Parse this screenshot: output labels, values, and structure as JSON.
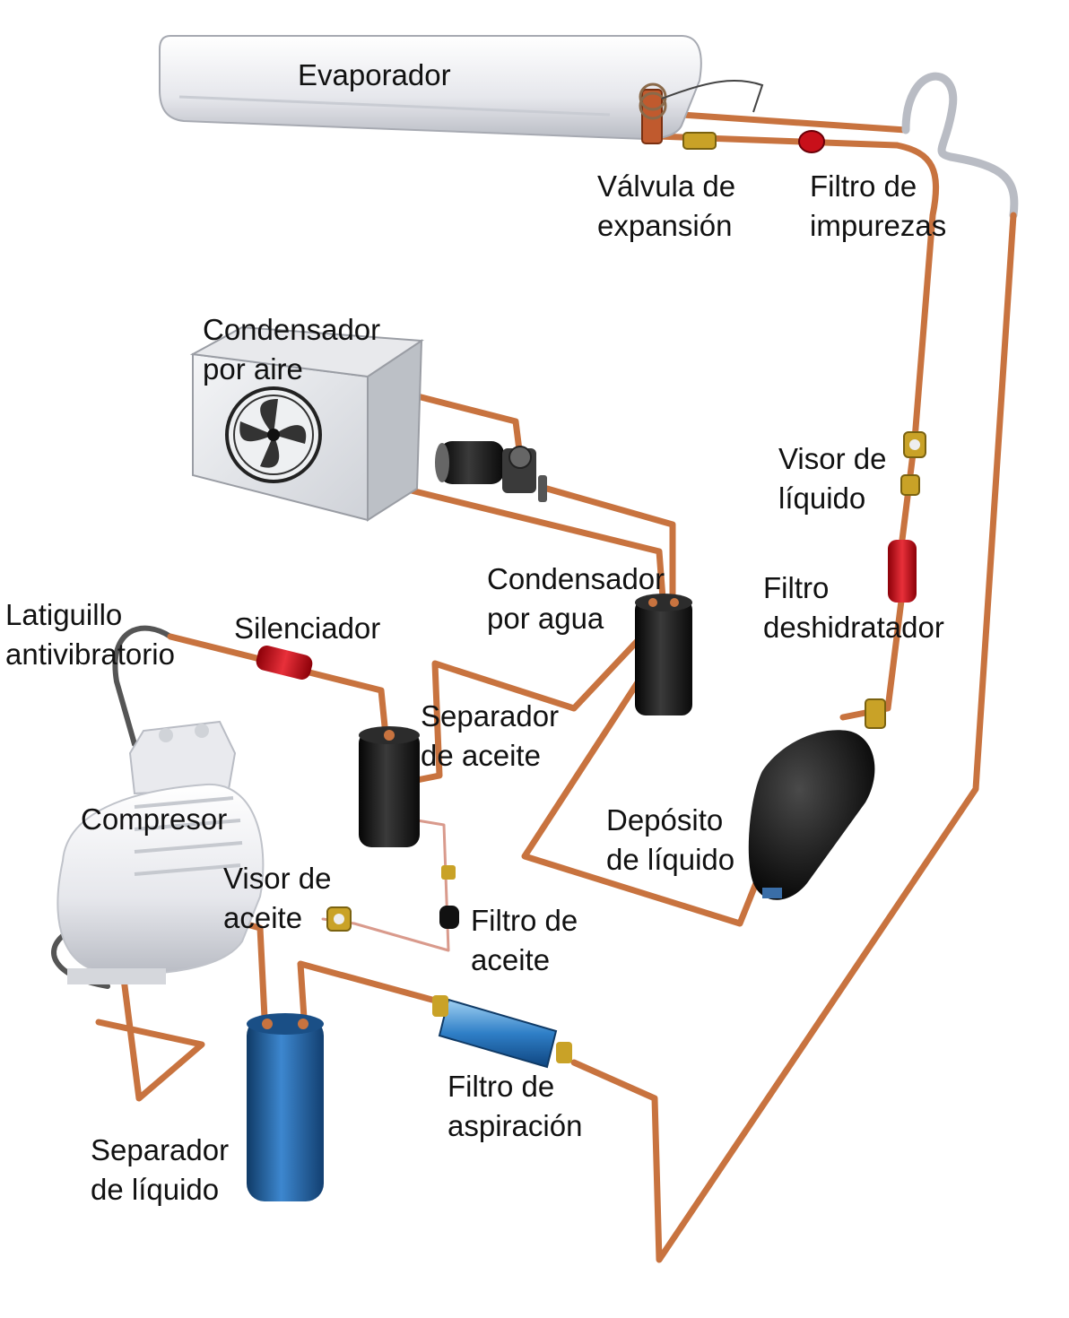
{
  "labels": {
    "evaporador": [
      "Evaporador"
    ],
    "valvula_expansion": [
      "Válvula de",
      "expansión"
    ],
    "filtro_impurezas": [
      "Filtro de",
      "impurezas"
    ],
    "condensador_aire": [
      "Condensador",
      "por aire"
    ],
    "visor_liquido": [
      "Visor de",
      "líquido"
    ],
    "condensador_agua": [
      "Condensador",
      "por agua"
    ],
    "filtro_deshidratador": [
      "Filtro",
      "deshidratador"
    ],
    "latiguillo": [
      "Latiguillo",
      "antivibratorio"
    ],
    "silenciador": [
      "Silenciador"
    ],
    "separador_aceite": [
      "Separador",
      "de aceite"
    ],
    "compresor": [
      "Compresor"
    ],
    "deposito_liquido": [
      "Depósito",
      "de líquido"
    ],
    "visor_aceite": [
      "Visor de",
      "aceite"
    ],
    "filtro_aceite": [
      "Filtro de",
      "aceite"
    ],
    "filtro_aspiracion": [
      "Filtro de",
      "aspiración"
    ],
    "separador_liquido": [
      "Separador",
      "de líquido"
    ]
  },
  "colors": {
    "pipe": "#c8733f",
    "pipe_highlight": "#e9a57a",
    "vessel_black": "#1c1c1c",
    "vessel_blue": "#1f5f9e",
    "filter_red": "#c8101a",
    "evaporator": "#e9eaee",
    "brass": "#c9a227"
  }
}
